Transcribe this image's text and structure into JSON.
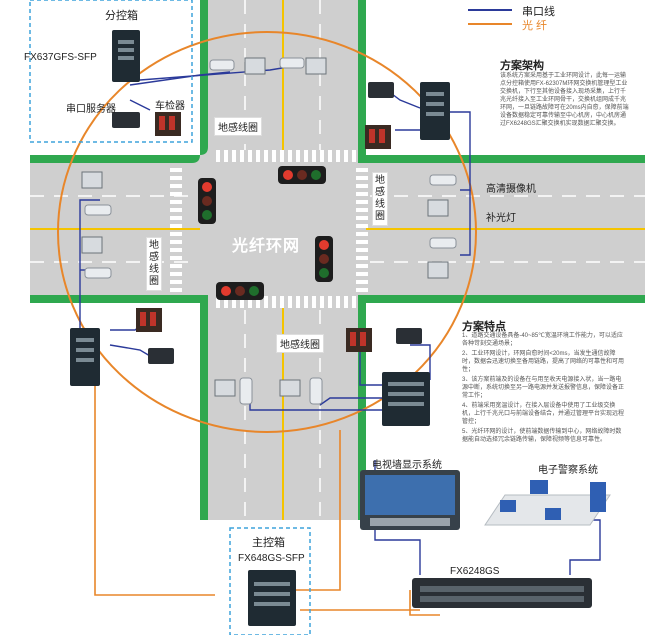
{
  "legend": {
    "serial": "串口线",
    "fiber": "光  纤"
  },
  "boxes": {
    "branch_title": "分控箱",
    "branch_switch": "FX637GFS-SFP",
    "main_title": "主控箱",
    "main_switch": "FX648GS-SFP"
  },
  "devices": {
    "serial_server": "串口服务器",
    "vehicle_detector": "车检器",
    "camera": "高清摄像机",
    "fill_light": "补光灯",
    "core_switch": "FX6248GS",
    "video_wall": "电视墙显示系统",
    "e_police": "电子警察系统"
  },
  "center_label": "光纤环网",
  "loops": {
    "top": "地感线圈",
    "right": "地感线圈",
    "left": "地感线圈",
    "bottom": "地感线圈"
  },
  "architecture": {
    "title": "方案架构",
    "text": "该系统方案采用基于工业环网设计，此每一运输点分控箱使用FX-62307M环网交换机管理型工业交换机，下行至其他设备接入现场采集，上行千兆光纤接入至工业环网骨干，交换机组网成千兆环网，一旦链路故障可在20ms内自愈，保障前端设备数据稳定可靠传输至中心机房，中心机房通过FX6248GS汇聚交换机实现数据汇聚交换。"
  },
  "features": {
    "title": "方案特点",
    "items": [
      "1、道路交通设备具备-40~85℃宽温环境工作能力，可以适应各种苛刻交通场景；",
      "2、工业环网设计，环网自愈时间<20ms，当发生通信故障时，数据会迅速切换至备用链路，提高了网络的可靠性和可用性；",
      "3、该方案前端及的设备在与用至收天电源接入状，当一路电源中断，系统切换至另一路电源并发送报警信息，保障设备正常工作；",
      "4、前端采用宽温设计，在接入层设备中使用了工业级交换机，上行千兆光口与前端设备结合，并通过管理平台实现远程管控；",
      "5、光纤环网的设计，使前端数据传输到中心，网络故障时数据能自动选择冗余链路传输，保障视频等信息可靠性。"
    ]
  }
}
